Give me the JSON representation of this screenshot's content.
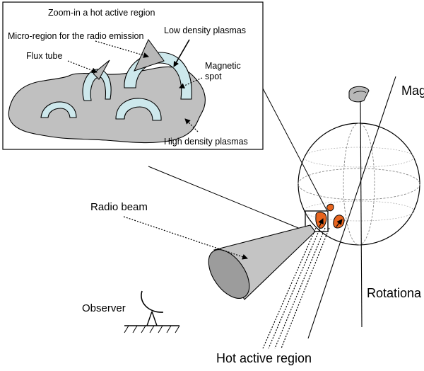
{
  "zoom_box": {
    "title": "Zoom-in a hot active region",
    "micro_region_label": "Micro-region for the radio emission",
    "low_density_label": "Low density plasmas",
    "flux_tube_label": "Flux tube",
    "magnetic_spot_label_1": "Magnetic",
    "magnetic_spot_label_2": "spot",
    "high_density_label": "High density plasmas"
  },
  "star": {
    "magnetic_axis_label": "Mag",
    "rotational_axis_label": "Rotationa"
  },
  "beam": {
    "radio_beam_label": "Radio beam",
    "observer_label": "Observer",
    "hot_region_label": "Hot active region"
  },
  "colors": {
    "spot": "#e8651f",
    "plasma": "#c0c0c0",
    "tube": "#cde8ec",
    "beam": "#c4c4c4"
  }
}
